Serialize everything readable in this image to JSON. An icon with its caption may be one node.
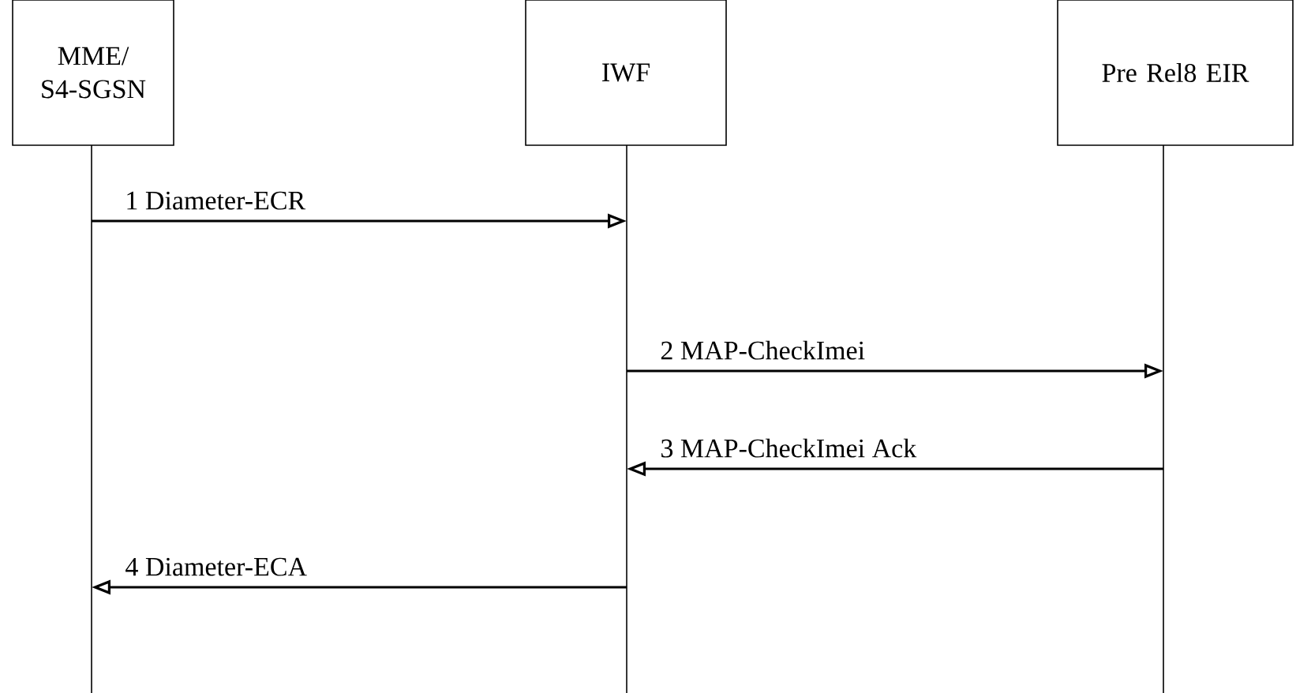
{
  "diagram": {
    "nodes": [
      {
        "text": [
          "MME/ S4-SGSN"
        ]
      },
      {
        "text": [
          "IWF"
        ]
      },
      {
        "text": [
          "Pre Rel8 EIR"
        ]
      }
    ],
    "edges": [
      {
        "from": 0,
        "to": 1,
        "arrow": "to",
        "label": "1 Diameter-ECR"
      },
      {
        "from": 1,
        "to": 2,
        "arrow": "to",
        "label": "2 MAP-CheckImei"
      },
      {
        "from": 2,
        "to": 1,
        "arrow": "to",
        "label": "3 MAP-CheckImei Ack"
      },
      {
        "from": 1,
        "to": 0,
        "arrow": "to",
        "label": "4 Diameter-ECA"
      }
    ]
  }
}
